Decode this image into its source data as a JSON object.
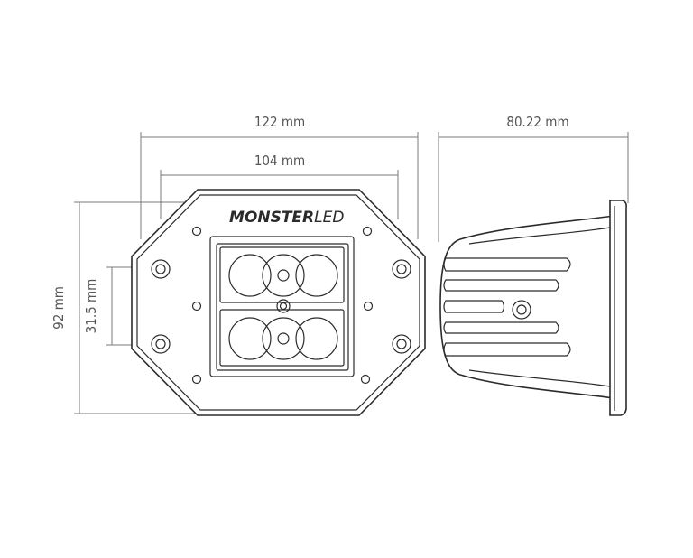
{
  "dimensions": {
    "width_outer": "122 mm",
    "width_inner": "104 mm",
    "depth": "80.22 mm",
    "height": "92 mm",
    "spacing": "31.5 mm"
  },
  "logo": {
    "part1": "MONSTER",
    "part2": "LED"
  },
  "colors": {
    "outline": "#2b2b2b",
    "dimension": "#7a7a7a"
  }
}
